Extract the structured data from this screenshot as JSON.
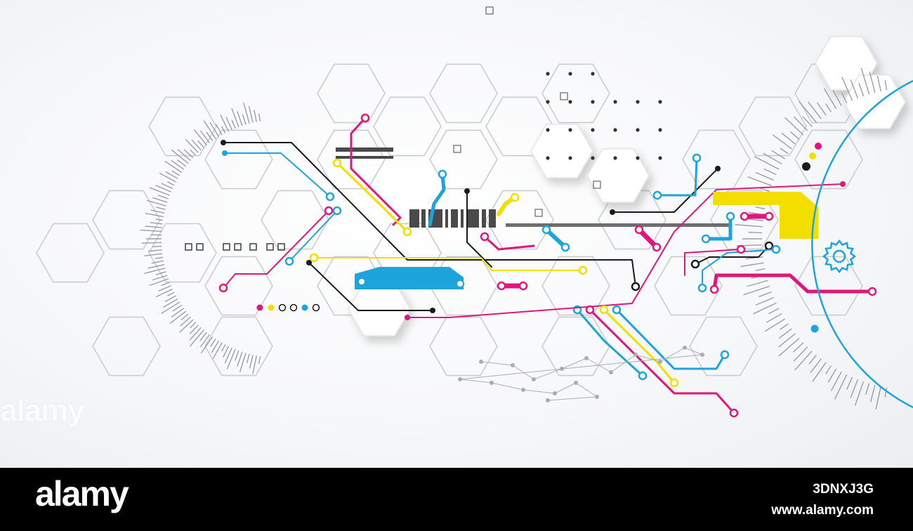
{
  "watermark": {
    "brand": "alamy"
  },
  "footer": {
    "logo": "alamy",
    "image_id": "3DNXJ3G",
    "site": "www.alamy.com"
  },
  "palette": {
    "cyan": "#1ea4dc",
    "magenta": "#e0177b",
    "yellow": "#f2df00",
    "black": "#1a1a1a",
    "grey": "#c4c7cc"
  },
  "icons": [
    "gear-icon"
  ]
}
